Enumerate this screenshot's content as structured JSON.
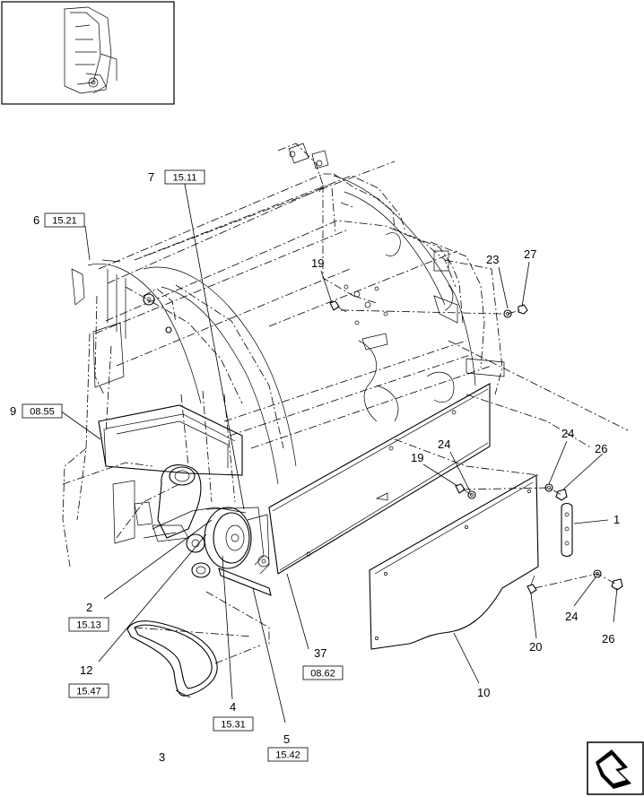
{
  "callouts": {
    "c7": {
      "num": "7",
      "ref": "15.11"
    },
    "c6": {
      "num": "6",
      "ref": "15.21"
    },
    "c9": {
      "num": "9",
      "ref": "08.55"
    },
    "c19a": {
      "num": "19"
    },
    "c23": {
      "num": "23"
    },
    "c27": {
      "num": "27"
    },
    "c24a": {
      "num": "24"
    },
    "c26a": {
      "num": "26"
    },
    "c19b": {
      "num": "19"
    },
    "c24b": {
      "num": "24"
    },
    "c1": {
      "num": "1"
    },
    "c2": {
      "num": "2",
      "ref": "15.13"
    },
    "c12": {
      "num": "12",
      "ref": "15.47"
    },
    "c37": {
      "num": "37",
      "ref": "08.62"
    },
    "c4": {
      "num": "4",
      "ref": "15.31"
    },
    "c5": {
      "num": "5",
      "ref": "15.42"
    },
    "c3": {
      "num": "3"
    },
    "c10": {
      "num": "10"
    },
    "c20": {
      "num": "20"
    },
    "c24c": {
      "num": "24"
    },
    "c26b": {
      "num": "26"
    }
  }
}
